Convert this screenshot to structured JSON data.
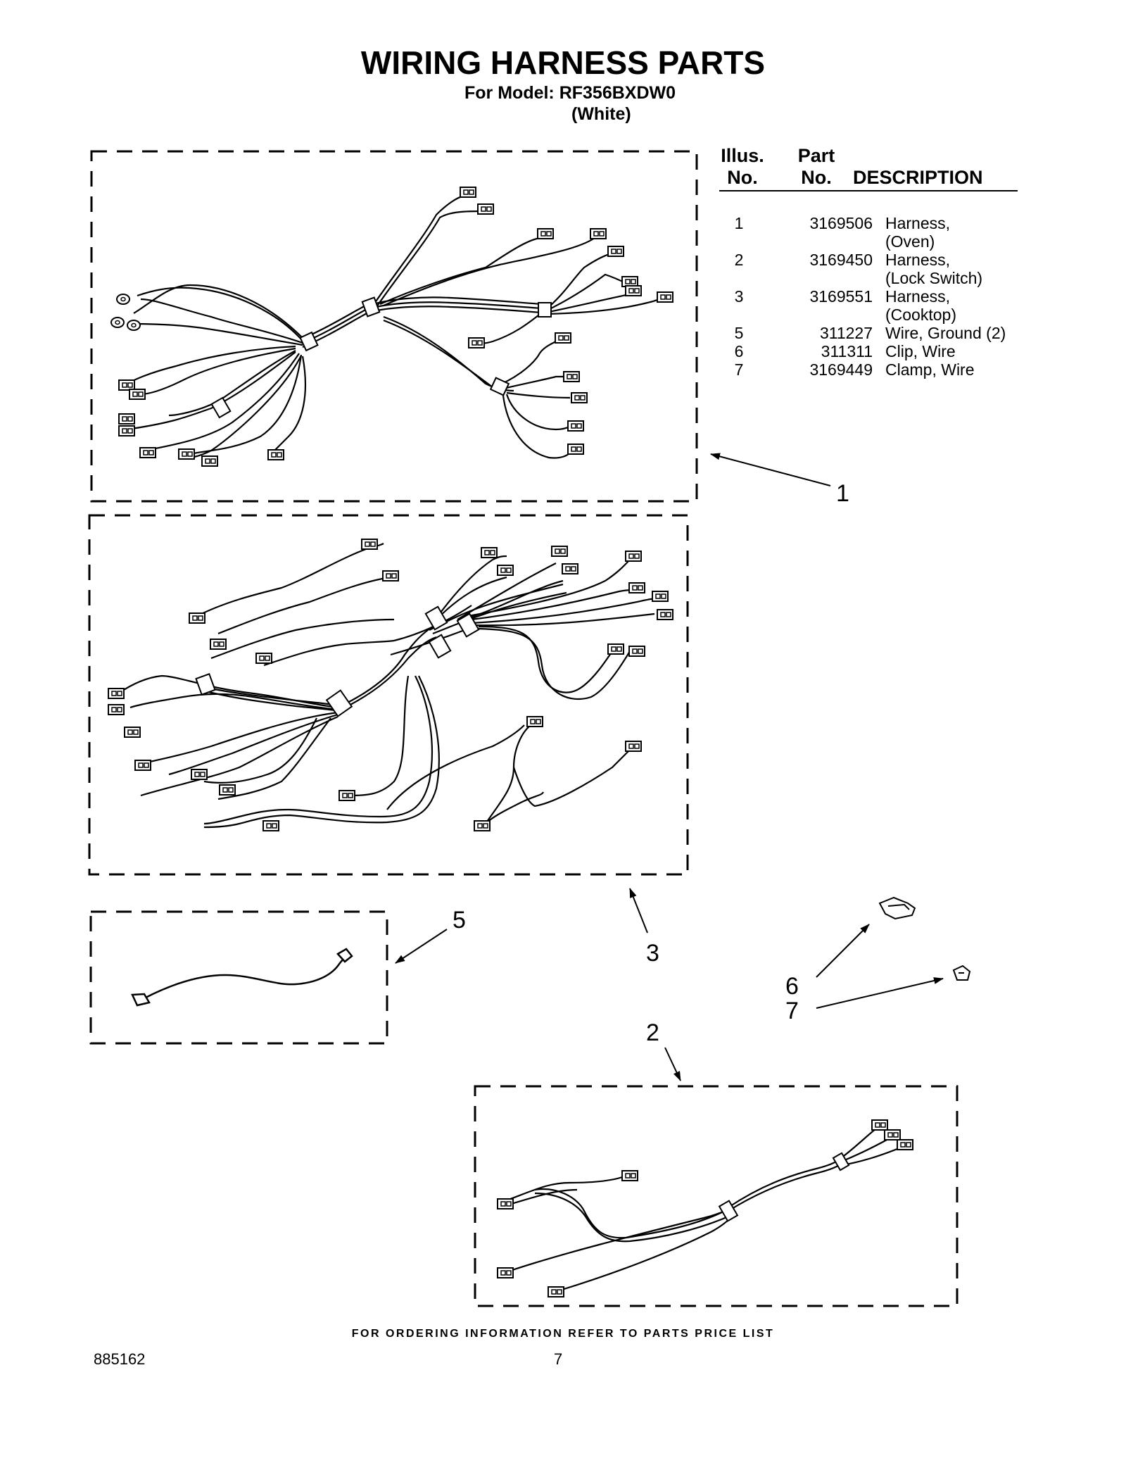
{
  "header": {
    "title": "WIRING HARNESS PARTS",
    "model": "For Model: RF356BXDW0",
    "color": "(White)"
  },
  "table": {
    "headers": {
      "illus": "Illus.",
      "illus_no": "No.",
      "part": "Part",
      "part_no": "No.",
      "description": "DESCRIPTION"
    },
    "rows": [
      {
        "illus": "1",
        "part": "3169506",
        "desc1": "Harness,",
        "desc2": "(Oven)"
      },
      {
        "illus": "2",
        "part": "3169450",
        "desc1": "Harness,",
        "desc2": "(Lock Switch)"
      },
      {
        "illus": "3",
        "part": "3169551",
        "desc1": "Harness,",
        "desc2": "(Cooktop)"
      },
      {
        "illus": "5",
        "part": "311227",
        "desc1": "Wire, Ground (2)",
        "desc2": ""
      },
      {
        "illus": "6",
        "part": "311311",
        "desc1": "Clip, Wire",
        "desc2": ""
      },
      {
        "illus": "7",
        "part": "3169449",
        "desc1": "Clamp, Wire",
        "desc2": ""
      }
    ]
  },
  "callouts": {
    "c1": "1",
    "c2": "2",
    "c3": "3",
    "c5": "5",
    "c6": "6",
    "c7": "7"
  },
  "footer": {
    "ordering": "FOR ORDERING INFORMATION REFER TO PARTS PRICE LIST",
    "doc_number": "885162",
    "page": "7"
  }
}
